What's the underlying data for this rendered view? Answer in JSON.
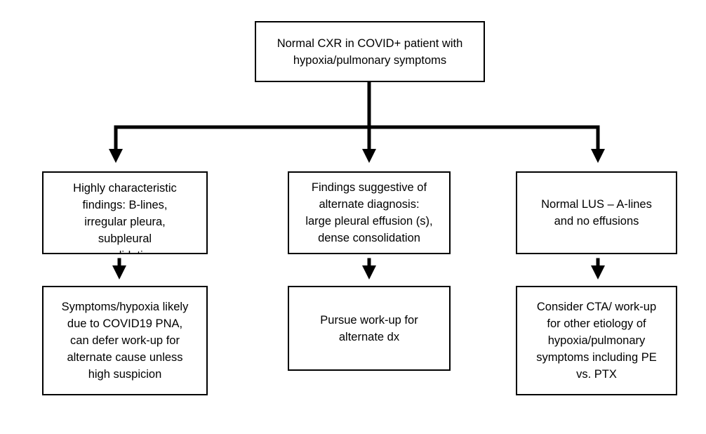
{
  "flowchart": {
    "root": {
      "text": "Normal CXR in COVID+ patient with\nhypoxia/pulmonary symptoms"
    },
    "branches": [
      {
        "finding": "Highly characteristic\nfindings: B-lines,\nirregular pleura,\nsubpleural\nconsolidations",
        "action": "Symptoms/hypoxia likely\ndue to COVID19 PNA,\ncan defer work-up for\nalternate cause unless\nhigh suspicion"
      },
      {
        "finding": "Findings suggestive of\nalternate diagnosis:\nlarge pleural effusion (s),\ndense consolidation",
        "action": "Pursue work-up for\nalternate dx"
      },
      {
        "finding": "Normal LUS – A-lines\nand no effusions",
        "action": "Consider CTA/ work-up\nfor other etiology of\nhypoxia/pulmonary\nsymptoms including  PE\nvs. PTX"
      }
    ]
  },
  "colors": {
    "line": "#000000",
    "box_border": "#000000",
    "background": "#ffffff"
  }
}
